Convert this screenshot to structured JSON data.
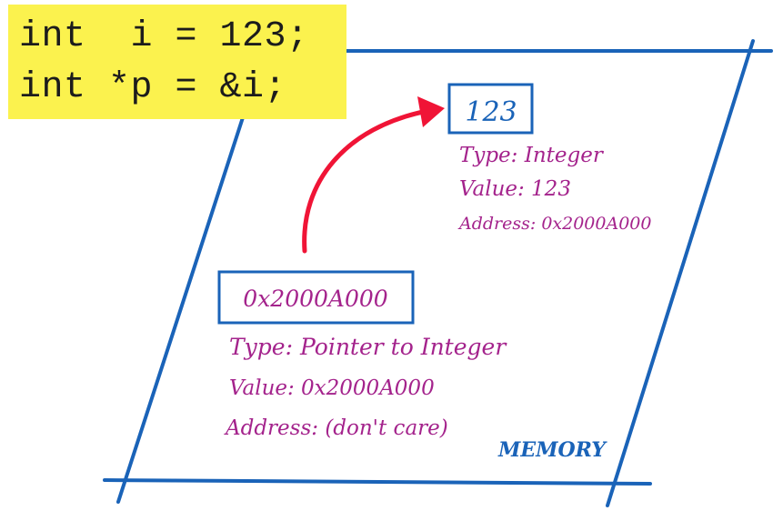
{
  "code": {
    "line1": "int  i = 123;",
    "line2": "int *p = &i;"
  },
  "target_box": {
    "value": "123",
    "type_line": "Type: Integer",
    "value_line": "Value: 123",
    "address_line": "Address: 0x2000A000"
  },
  "pointer_box": {
    "value": "0x2000A000",
    "type_line": "Type: Pointer to Integer",
    "value_line": "Value: 0x2000A000",
    "address_line": "Address: (don't care)"
  },
  "memory_label": "MEMORY",
  "colors": {
    "note": "#fbf24e",
    "frame": "#1a63b8",
    "arrow": "#f01436",
    "annotation": "#a4238c",
    "box_text": "#1a63b8"
  }
}
